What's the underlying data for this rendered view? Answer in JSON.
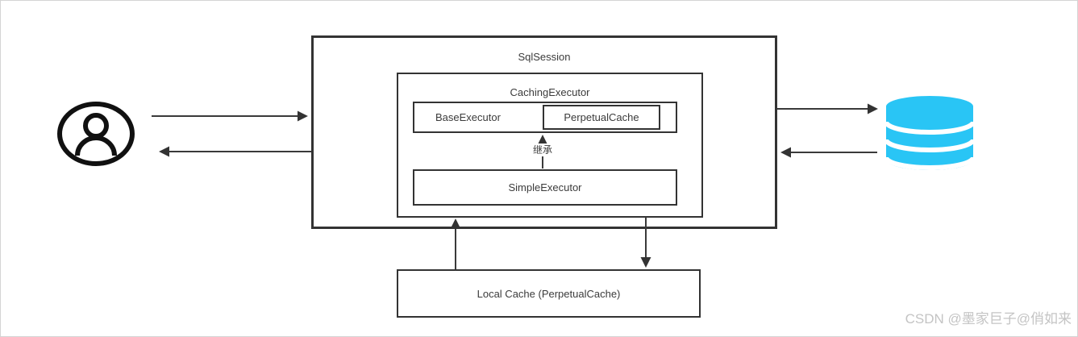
{
  "diagram": {
    "sqlsession_label": "SqlSession",
    "caching_executor_label": "CachingExecutor",
    "base_executor_label": "BaseExecutor",
    "perpetual_cache_label": "PerpetualCache",
    "simple_executor_label": "SimpleExecutor",
    "inheritance_label": "继承",
    "local_cache_label": "Local Cache (PerpetualCache)"
  },
  "icons": {
    "left": "user-icon",
    "right": "database-icon"
  },
  "colors": {
    "box_border": "#333333",
    "arrow_line": "#3a3a3a",
    "database_cyan": "#29C5F5",
    "watermark_gray": "#c4c4c4"
  },
  "watermark_text": "CSDN @墨家巨子@俏如来"
}
